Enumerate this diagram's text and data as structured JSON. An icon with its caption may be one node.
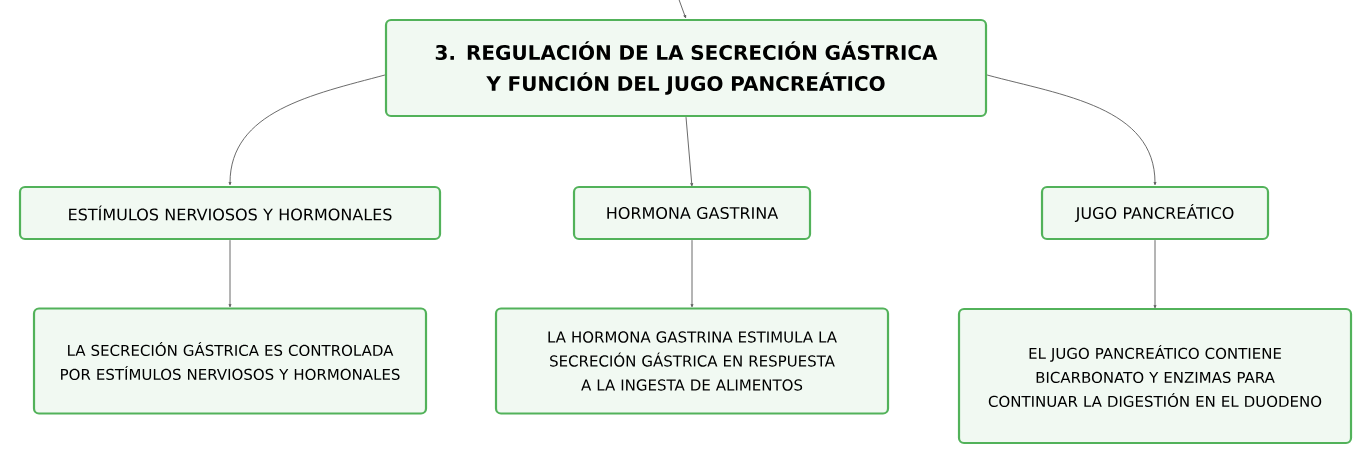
{
  "diagram": {
    "nodes": [
      {
        "text": [
          "3. REGULACIÓN DE LA SECRECIÓN GÁSTRICA Y FUNCIÓN DEL JUGO PANCREÁTICO"
        ]
      },
      {
        "text": [
          "ESTÍMULOS NERVIOSOS Y HORMONALES"
        ]
      },
      {
        "text": [
          "HORMONA GASTRINA"
        ]
      },
      {
        "text": [
          "JUGO PANCREÁTICO"
        ]
      },
      {
        "text": [
          "LA SECRECIÓN GÁSTRICA ES CONTROLADA POR ESTÍMULOS NERVIOSOS Y HORMONALES"
        ]
      },
      {
        "text": [
          "LA HORMONA GASTRINA ESTIMULA LA SECRECIÓN GÁSTRICA EN RESPUESTA A LA INGESTA DE ALIMENTOS"
        ]
      },
      {
        "text": [
          "EL JUGO PANCREÁTICO CONTIENE BICARBONATO Y ENZIMAS PARA CONTINUAR LA DIGESTIÓN EN EL DUODENO"
        ]
      }
    ],
    "edges": [
      {
        "from": null,
        "to": 0,
        "arrow": "to"
      },
      {
        "from": 0,
        "to": 1,
        "arrow": "to"
      },
      {
        "from": 0,
        "to": 2,
        "arrow": "to"
      },
      {
        "from": 0,
        "to": 3,
        "arrow": "to"
      },
      {
        "from": 1,
        "to": 4,
        "arrow": "to"
      },
      {
        "from": 2,
        "to": 5,
        "arrow": "to"
      },
      {
        "from": 3,
        "to": 6,
        "arrow": "to"
      }
    ]
  }
}
